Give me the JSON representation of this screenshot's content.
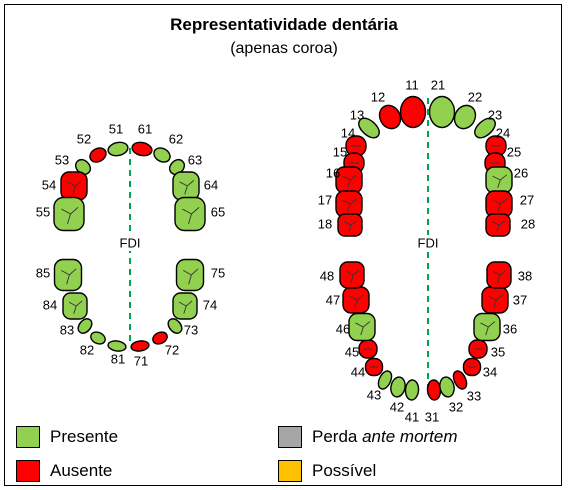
{
  "title": "Representatividade dentária",
  "subtitle": "(apenas coroa)",
  "colors": {
    "present": "#92d050",
    "absent": "#ff0000",
    "lost": "#a6a6a6",
    "possible": "#ffc000",
    "midline": "#00a650"
  },
  "deciduous": {
    "midline_label": "FDI",
    "teeth": [
      {
        "n": "51",
        "s": "present"
      },
      {
        "n": "52",
        "s": "absent"
      },
      {
        "n": "53",
        "s": "present"
      },
      {
        "n": "54",
        "s": "absent"
      },
      {
        "n": "55",
        "s": "present"
      },
      {
        "n": "61",
        "s": "absent"
      },
      {
        "n": "62",
        "s": "present"
      },
      {
        "n": "63",
        "s": "present"
      },
      {
        "n": "64",
        "s": "present"
      },
      {
        "n": "65",
        "s": "present"
      },
      {
        "n": "71",
        "s": "absent"
      },
      {
        "n": "72",
        "s": "absent"
      },
      {
        "n": "73",
        "s": "present"
      },
      {
        "n": "74",
        "s": "present"
      },
      {
        "n": "75",
        "s": "present"
      },
      {
        "n": "81",
        "s": "present"
      },
      {
        "n": "82",
        "s": "present"
      },
      {
        "n": "83",
        "s": "present"
      },
      {
        "n": "84",
        "s": "present"
      },
      {
        "n": "85",
        "s": "present"
      }
    ]
  },
  "permanent": {
    "midline_label": "FDI",
    "teeth": [
      {
        "n": "11",
        "s": "absent"
      },
      {
        "n": "12",
        "s": "absent"
      },
      {
        "n": "13",
        "s": "present"
      },
      {
        "n": "14",
        "s": "absent"
      },
      {
        "n": "15",
        "s": "absent"
      },
      {
        "n": "16",
        "s": "absent"
      },
      {
        "n": "17",
        "s": "absent"
      },
      {
        "n": "18",
        "s": "absent"
      },
      {
        "n": "21",
        "s": "present"
      },
      {
        "n": "22",
        "s": "present"
      },
      {
        "n": "23",
        "s": "present"
      },
      {
        "n": "24",
        "s": "absent"
      },
      {
        "n": "25",
        "s": "absent"
      },
      {
        "n": "26",
        "s": "present"
      },
      {
        "n": "27",
        "s": "absent"
      },
      {
        "n": "28",
        "s": "absent"
      },
      {
        "n": "31",
        "s": "absent"
      },
      {
        "n": "32",
        "s": "present"
      },
      {
        "n": "33",
        "s": "absent"
      },
      {
        "n": "34",
        "s": "absent"
      },
      {
        "n": "35",
        "s": "absent"
      },
      {
        "n": "36",
        "s": "present"
      },
      {
        "n": "37",
        "s": "absent"
      },
      {
        "n": "38",
        "s": "absent"
      },
      {
        "n": "41",
        "s": "present"
      },
      {
        "n": "42",
        "s": "present"
      },
      {
        "n": "43",
        "s": "present"
      },
      {
        "n": "44",
        "s": "absent"
      },
      {
        "n": "45",
        "s": "absent"
      },
      {
        "n": "46",
        "s": "present"
      },
      {
        "n": "47",
        "s": "absent"
      },
      {
        "n": "48",
        "s": "absent"
      }
    ]
  },
  "legend": [
    {
      "key": "present",
      "label": "Presente"
    },
    {
      "key": "absent",
      "label": "Ausente"
    },
    {
      "key": "lost",
      "label": "Perda ",
      "label_em": "ante mortem"
    },
    {
      "key": "possible",
      "label": "Possível"
    }
  ]
}
